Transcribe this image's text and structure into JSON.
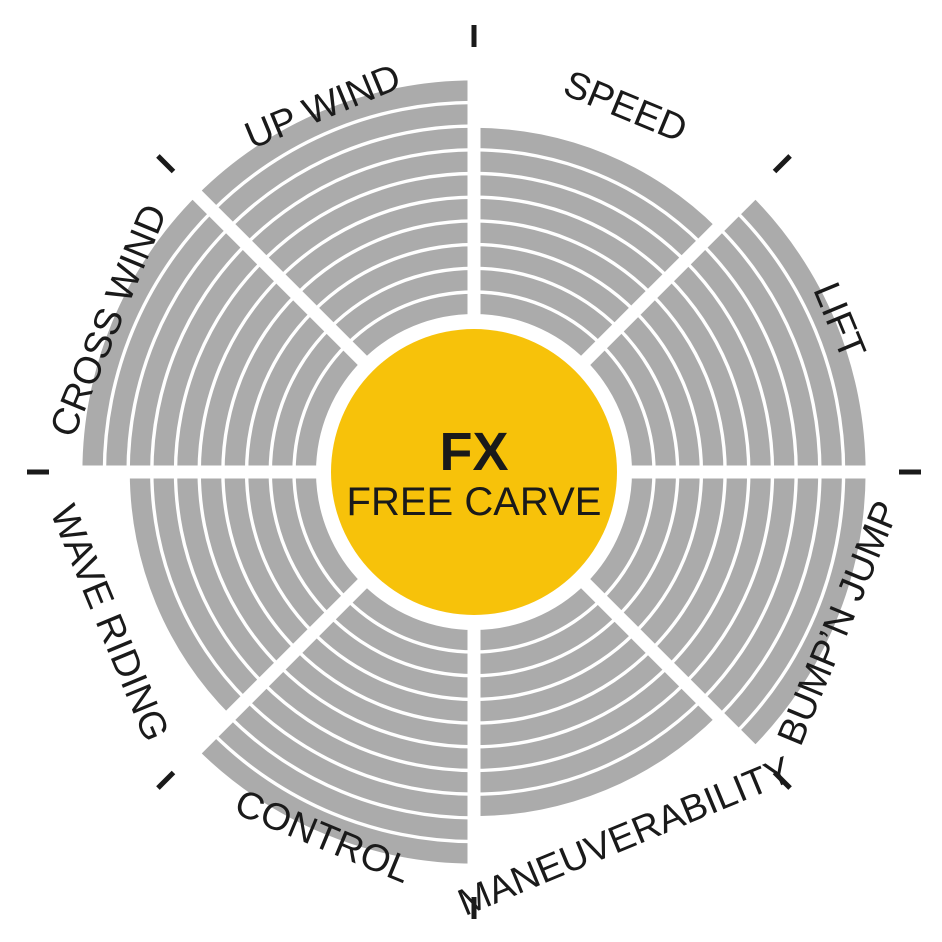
{
  "chart_data": {
    "type": "radial-bar",
    "title": "FX",
    "subtitle": "FREE CARVE",
    "max_level": 10,
    "categories": [
      "SPEED",
      "LIFT",
      "BUMP’N JUMP",
      "MANEUVERABILITY",
      "CONTROL",
      "WAVE RIDING",
      "CROSS WIND",
      "UP WIND"
    ],
    "values": [
      8,
      10,
      10,
      8,
      10,
      8,
      10,
      10
    ],
    "colors": {
      "center": "#F7C20A",
      "bars": "#ABABAB",
      "separators": "#FFFFFF",
      "text": "#1A1A1A",
      "ticks": "#1A1A1A"
    }
  }
}
